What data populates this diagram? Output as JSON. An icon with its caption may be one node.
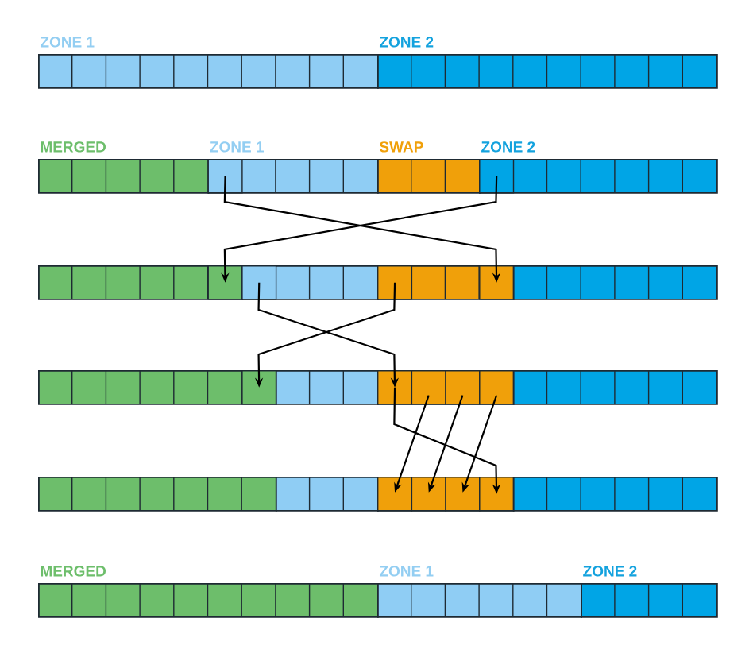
{
  "diagram": {
    "nodes": [
      {
        "text": [
          "ZONE 1"
        ]
      },
      {
        "text": [
          "ZONE 2"
        ]
      },
      {
        "text": [
          "MERGED"
        ]
      },
      {
        "text": [
          "ZONE 1"
        ]
      },
      {
        "text": [],
        "shape": "box",
        "in": 3
      },
      {
        "text": [
          "SWAP"
        ]
      },
      {
        "text": [
          "ZONE 2"
        ]
      },
      {
        "text": [],
        "shape": "box",
        "in": 6
      },
      {
        "text": [],
        "shape": "box"
      },
      {
        "text": [],
        "shape": "box",
        "in": 8
      },
      {
        "text": [],
        "shape": "box"
      },
      {
        "text": [],
        "shape": "box",
        "in": 10
      },
      {
        "text": [],
        "shape": "box"
      },
      {
        "text": [],
        "shape": "box",
        "in": 12
      },
      {
        "text": [],
        "shape": "box",
        "in": 12
      },
      {
        "text": [],
        "shape": "box"
      },
      {
        "text": [],
        "shape": "box"
      },
      {
        "text": [],
        "shape": "box",
        "in": 16
      },
      {
        "text": [],
        "shape": "box"
      },
      {
        "text": [],
        "shape": "box"
      },
      {
        "text": [],
        "shape": "box",
        "in": 19
      },
      {
        "text": [],
        "shape": "box",
        "in": 19
      },
      {
        "text": [],
        "shape": "box",
        "in": 19
      },
      {
        "text": [],
        "shape": "box",
        "in": 19
      },
      {
        "text": [],
        "shape": "box"
      },
      {
        "text": [],
        "shape": "box"
      },
      {
        "text": [],
        "shape": "box"
      },
      {
        "text": [],
        "shape": "box"
      },
      {
        "text": [],
        "shape": "box",
        "in": 27
      },
      {
        "text": [],
        "shape": "box",
        "in": 27
      },
      {
        "text": [],
        "shape": "box",
        "in": 27
      },
      {
        "text": [],
        "shape": "box",
        "in": 27
      },
      {
        "text": [],
        "shape": "box"
      },
      {
        "text": [
          "MERGED"
        ]
      },
      {
        "text": [
          "ZONE 1"
        ]
      },
      {
        "text": [
          "ZONE 2"
        ]
      }
    ],
    "edges": [
      {
        "from": 4,
        "to": 14,
        "arrow": "to"
      },
      {
        "from": 7,
        "to": 9,
        "arrow": "to"
      },
      {
        "from": 11,
        "to": 20,
        "arrow": "to"
      },
      {
        "from": 13,
        "to": 17,
        "arrow": "to"
      },
      {
        "from": 20,
        "to": 31,
        "arrow": "to"
      },
      {
        "from": 21,
        "to": 28,
        "arrow": "to"
      },
      {
        "from": 22,
        "to": 29,
        "arrow": "to"
      },
      {
        "from": 23,
        "to": 30,
        "arrow": "to"
      }
    ]
  }
}
